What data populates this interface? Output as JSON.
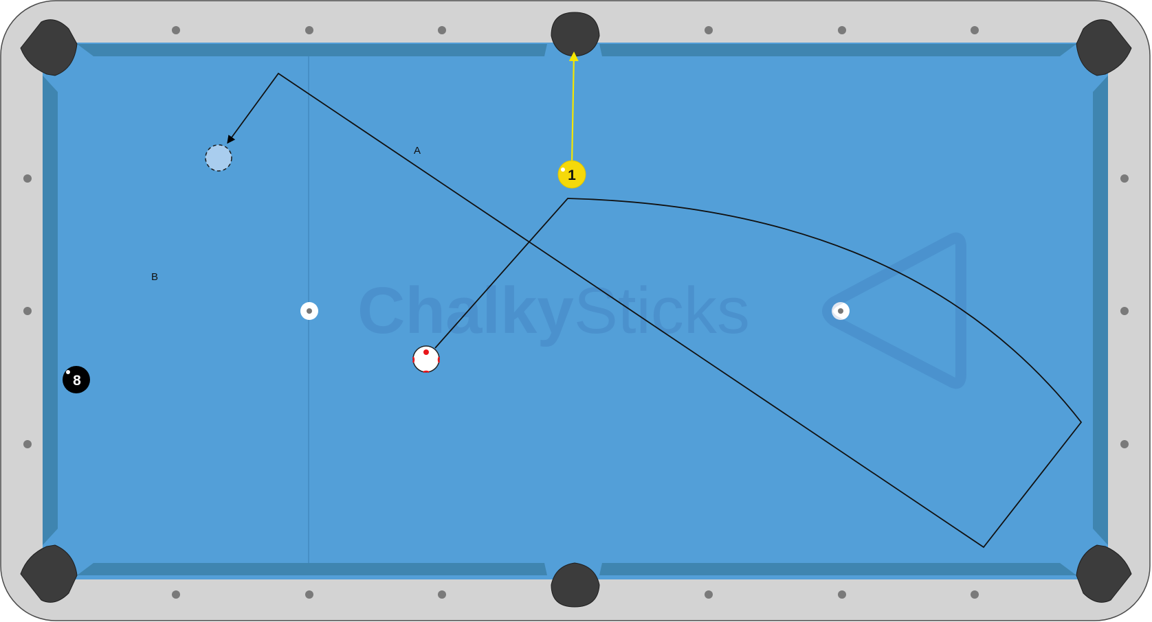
{
  "watermark": {
    "brand_bold": "Chalky",
    "brand_light": "Sticks",
    "logo_icon": "rack-triangle-icon"
  },
  "labels": {
    "path_a": "A",
    "path_b": "B"
  },
  "balls": {
    "cue": {
      "name": "cue-ball"
    },
    "one": {
      "number": "1",
      "color": "#f5d90a"
    },
    "eight": {
      "number": "8",
      "color": "#000000"
    },
    "ghost": {
      "name": "cue-ball-position"
    }
  },
  "colors": {
    "cloth": "#539fd8",
    "cushion": "#3f85b0",
    "rail": "#d3d3d3",
    "pocket": "#3c3c3c",
    "aim_line": "#f5e600",
    "ghost_ball": "#a9cdee",
    "cue_marks": "#e8161b"
  }
}
